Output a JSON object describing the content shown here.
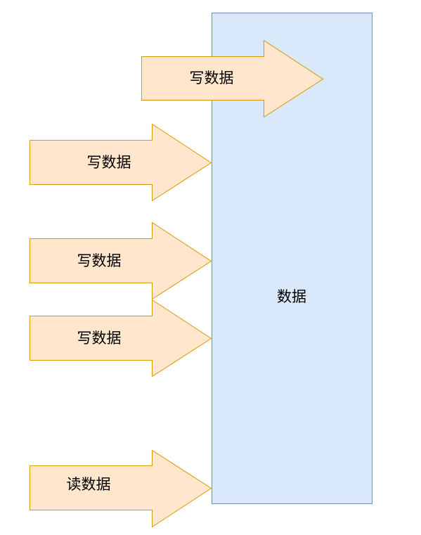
{
  "data_block": {
    "label": "数据"
  },
  "arrows": [
    {
      "label": "写数据",
      "operation": "write"
    },
    {
      "label": "写数据",
      "operation": "write"
    },
    {
      "label": "写数据",
      "operation": "write"
    },
    {
      "label": "写数据",
      "operation": "write"
    },
    {
      "label": "读数据",
      "operation": "read"
    }
  ],
  "colors": {
    "arrow_fill": "#ffe6cc",
    "arrow_stroke": "#d79b00",
    "box_fill": "#dae8fc",
    "box_stroke": "#6c8ebf"
  }
}
